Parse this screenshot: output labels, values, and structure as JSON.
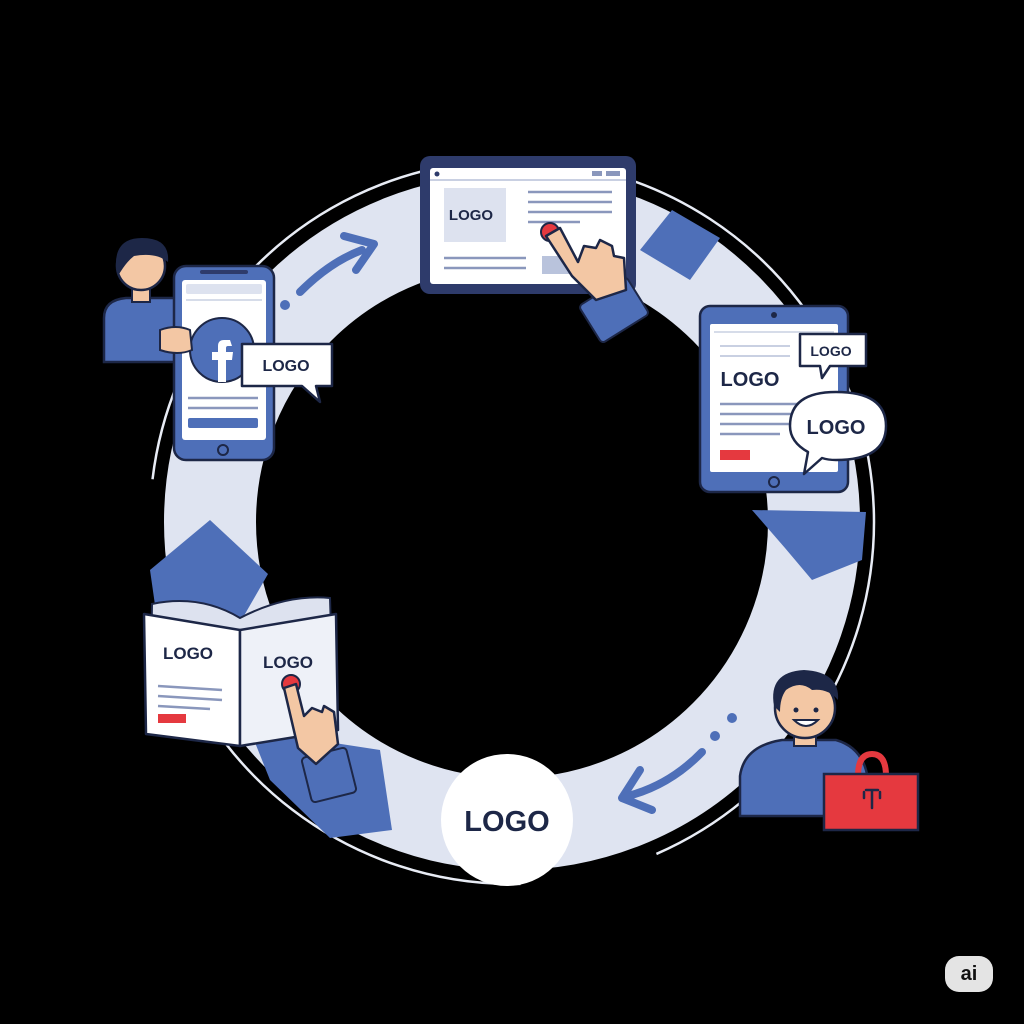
{
  "cycle": {
    "brand_logo_label": "LOGO",
    "desktop_ad_logo": "LOGO",
    "phone_bubble_logo": "LOGO",
    "tablet_page_logo": "LOGO",
    "tablet_small_bubble_logo": "LOGO",
    "tablet_large_bubble_logo": "LOGO",
    "brochure_left_logo": "LOGO",
    "brochure_right_logo": "LOGO"
  },
  "watermark": {
    "label": "ai"
  },
  "colors": {
    "ring": "#dfe4f1",
    "accent_blue": "#4e6fb8",
    "device_dark": "#2e3b6b",
    "dark_navy": "#1d2747",
    "red": "#e5393f",
    "skin": "#f3c7a4"
  },
  "icons": [
    "facebook-icon",
    "shopping-bag-icon",
    "pointing-hand-icon",
    "person-icon"
  ]
}
